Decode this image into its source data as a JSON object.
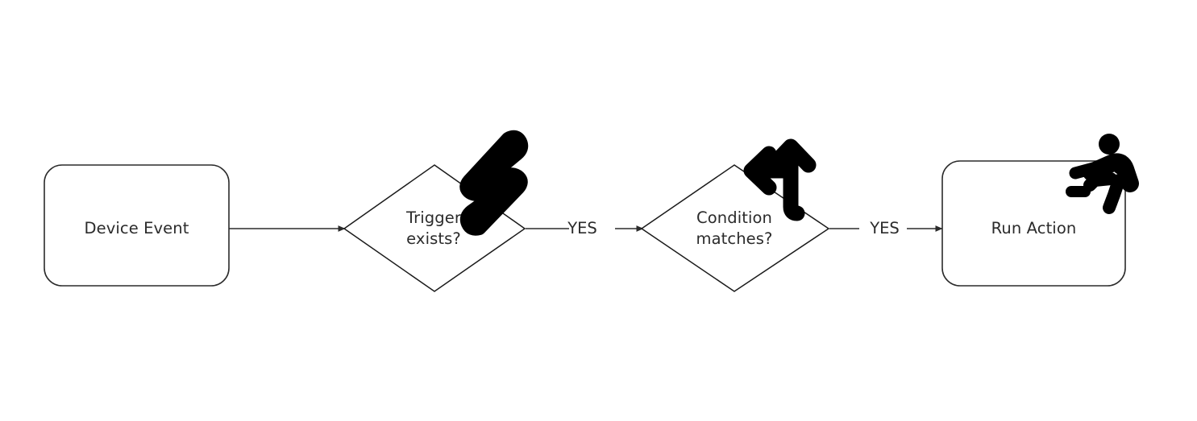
{
  "diagram": {
    "type": "flowchart",
    "orientation": "left-to-right",
    "background_color": "#ffffff",
    "stroke_color": "#1a1a1a",
    "text_color": "#2b2b2b",
    "icon_color": "#000000",
    "nodes": [
      {
        "id": "device-event",
        "shape": "rounded-rectangle",
        "label": "Device Event",
        "icon": null
      },
      {
        "id": "trigger-exists",
        "shape": "diamond",
        "label": "Trigger\nexists?",
        "label_line1": "Trigger",
        "label_line2": "exists?",
        "icon": "lightning-bolt-icon"
      },
      {
        "id": "condition-matches",
        "shape": "diamond",
        "label": "Condition\nmatches?",
        "label_line1": "Condition",
        "label_line2": "matches?",
        "icon": "branch-arrow-icon"
      },
      {
        "id": "run-action",
        "shape": "rounded-rectangle",
        "label": "Run Action",
        "icon": "running-person-icon"
      }
    ],
    "edges": [
      {
        "from": "device-event",
        "to": "trigger-exists",
        "label": ""
      },
      {
        "from": "trigger-exists",
        "to": "condition-matches",
        "label": "YES"
      },
      {
        "from": "condition-matches",
        "to": "run-action",
        "label": "YES"
      }
    ]
  }
}
